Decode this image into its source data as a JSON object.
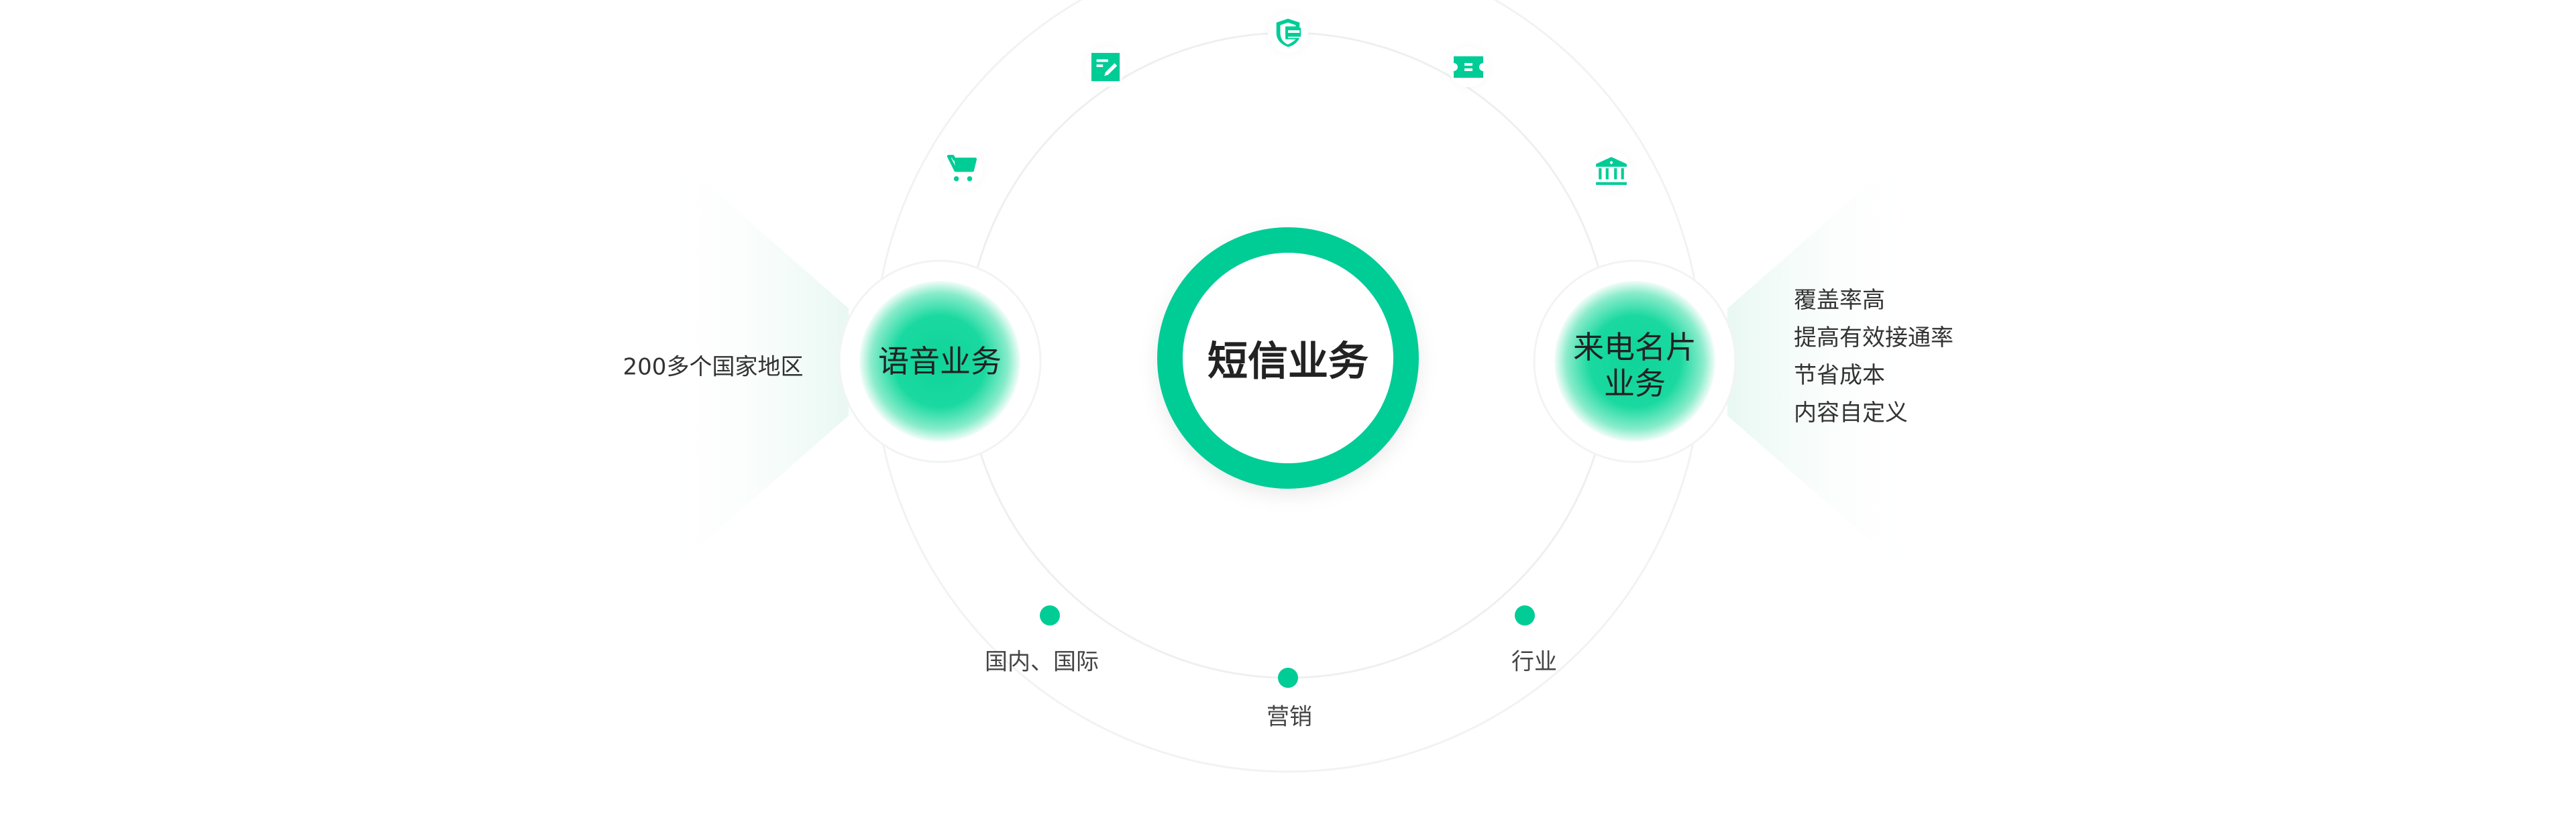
{
  "center": {
    "title": "短信业务"
  },
  "left_node": {
    "title": "语音业务",
    "note": "200多个国家地区"
  },
  "right_node": {
    "title_line1": "来电名片",
    "title_line2": "业务",
    "features": [
      "覆盖率高",
      "提高有效接通率",
      "节省成本",
      "内容自定义"
    ]
  },
  "orbit_icons": [
    "cart-icon",
    "edit-icon",
    "shield-card-icon",
    "ticket-icon",
    "bank-icon"
  ],
  "bottom_points": [
    {
      "label": "国内、国际"
    },
    {
      "label": "营销"
    },
    {
      "label": "行业"
    }
  ],
  "colors": {
    "accent": "#00cc96",
    "text": "#333333"
  }
}
